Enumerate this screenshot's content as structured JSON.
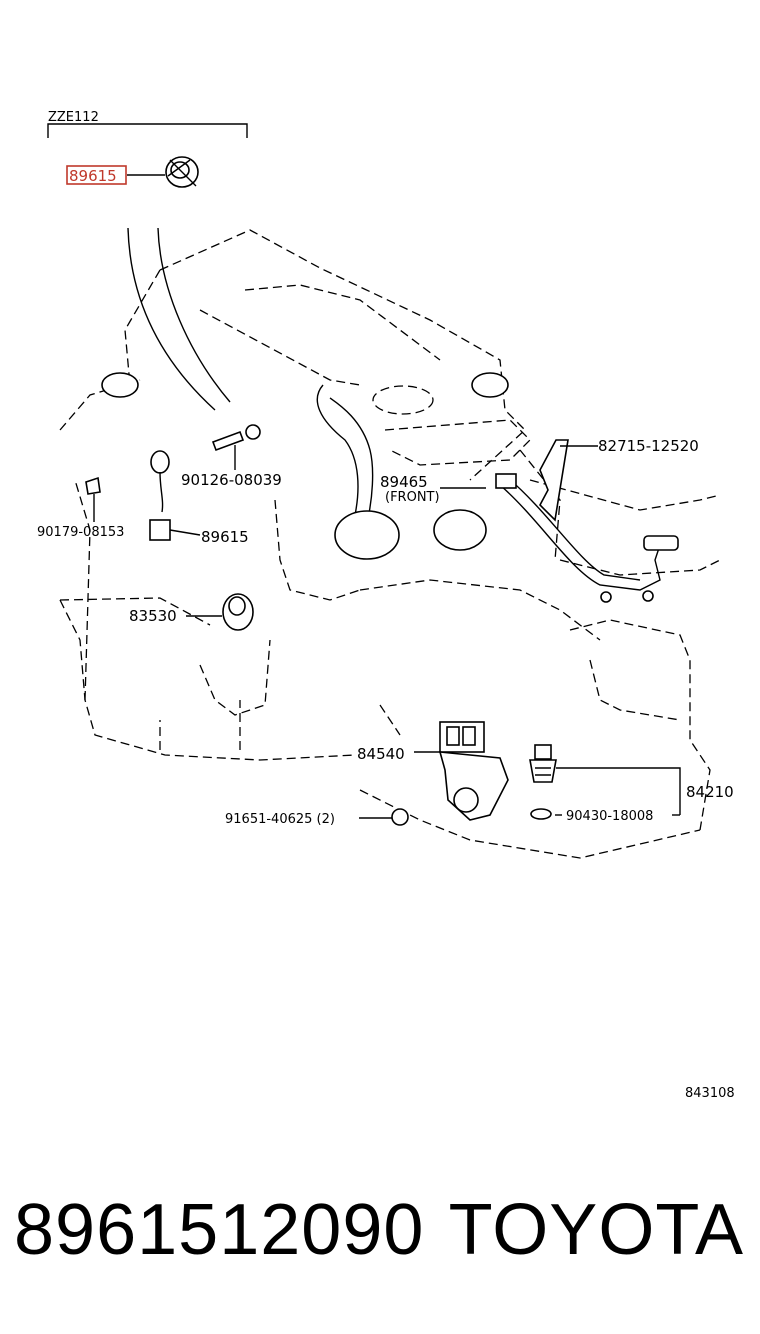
{
  "diagram": {
    "model_code": "ZZE112",
    "highlighted_part": "89615",
    "callouts": {
      "c_82715": "82715-12520",
      "c_90126": "90126-08039",
      "c_89465": "89465",
      "c_front": "(FRONT)",
      "c_90179": "90179-08153",
      "c_89615b": "89615",
      "c_83530": "83530",
      "c_84540": "84540",
      "c_84210": "84210",
      "c_91651": "91651-40625 (2)",
      "c_90430": "90430-18008"
    },
    "figure_id": "843108"
  },
  "footer": {
    "part_number": "8961512090",
    "brand": "TOYOTA"
  },
  "colors": {
    "line": "#000000",
    "highlight": "#c0392b",
    "background": "#ffffff"
  }
}
